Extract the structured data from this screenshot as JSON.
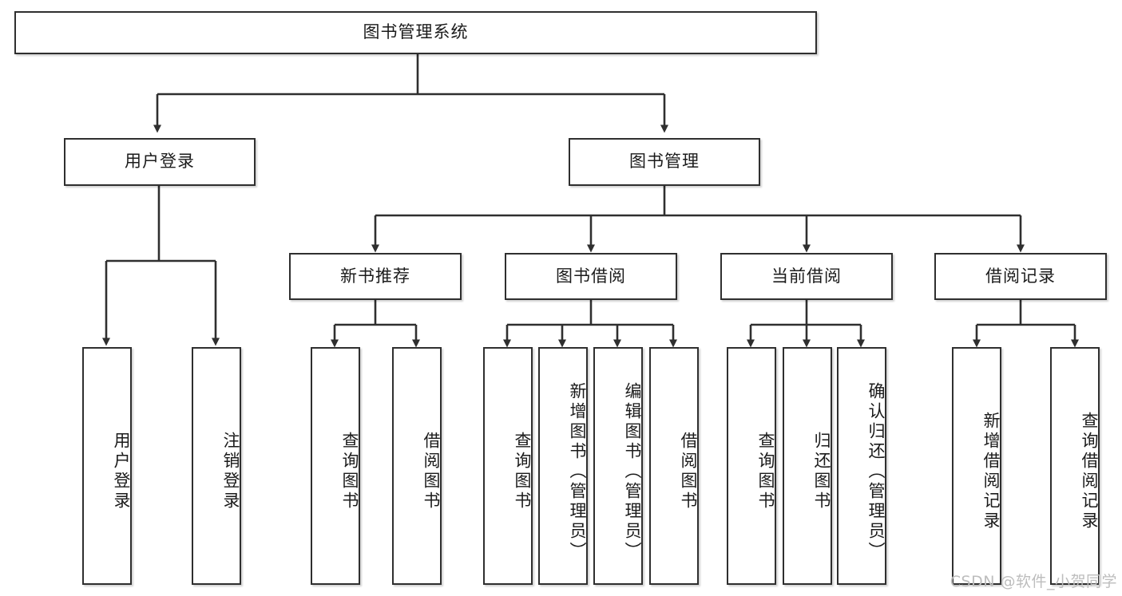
{
  "diagram": {
    "title": "图书管理系统",
    "type": "tree-hierarchy-flowchart",
    "colors": {
      "box_border": "#2f2f2f",
      "box_fill": "#ffffff",
      "connector": "#2f2f2f",
      "background": "#ffffff",
      "watermark": "#bdbdbd"
    },
    "watermark": "CSDN @软件_小贺同学"
  },
  "nodes": {
    "root": {
      "label": "图书管理系统",
      "orientation": "horizontal"
    },
    "level2": [
      {
        "label": "用户登录",
        "orientation": "horizontal"
      },
      {
        "label": "图书管理",
        "orientation": "horizontal"
      }
    ],
    "level3": [
      {
        "label": "新书推荐",
        "orientation": "horizontal"
      },
      {
        "label": "图书借阅",
        "orientation": "horizontal"
      },
      {
        "label": "当前借阅",
        "orientation": "horizontal"
      },
      {
        "label": "借阅记录",
        "orientation": "horizontal"
      }
    ],
    "leaves": {
      "user_login": [
        {
          "label": "用户登录",
          "orientation": "vertical"
        },
        {
          "label": "注销登录",
          "orientation": "vertical"
        }
      ],
      "new_book_recommend": [
        {
          "label": "查询图书",
          "orientation": "vertical"
        },
        {
          "label": "借阅图书",
          "orientation": "vertical"
        }
      ],
      "book_borrow": [
        {
          "label": "查询图书",
          "orientation": "vertical"
        },
        {
          "label": "新增图书（管理员）",
          "orientation": "vertical"
        },
        {
          "label": "编辑图书（管理员）",
          "orientation": "vertical"
        },
        {
          "label": "借阅图书",
          "orientation": "vertical"
        }
      ],
      "current_borrow": [
        {
          "label": "查询图书",
          "orientation": "vertical"
        },
        {
          "label": "归还图书",
          "orientation": "vertical"
        },
        {
          "label": "确认归还（管理员）",
          "orientation": "vertical"
        }
      ],
      "borrow_record": [
        {
          "label": "新增借阅记录",
          "orientation": "vertical"
        },
        {
          "label": "查询借阅记录",
          "orientation": "vertical"
        }
      ]
    }
  }
}
